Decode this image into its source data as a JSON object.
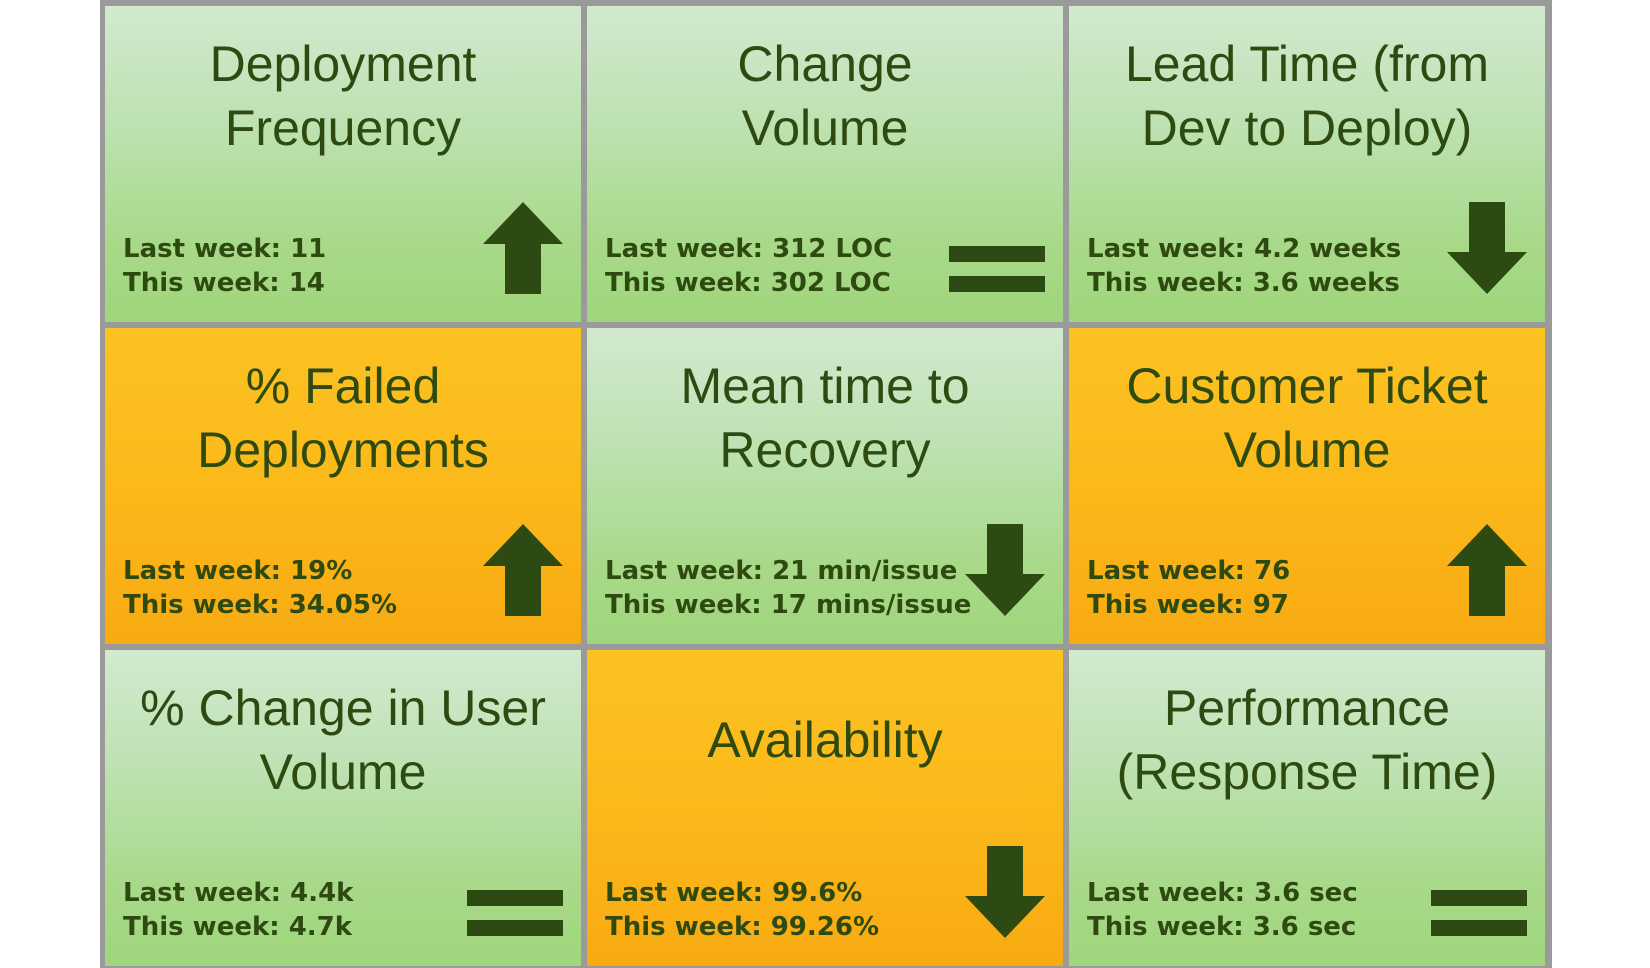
{
  "tiles": [
    {
      "title_line1": "Deployment",
      "title_line2": "Frequency",
      "last_week": "Last week: 11",
      "this_week": "This week: 14",
      "trend": "up-arrow-icon",
      "status_color": "green"
    },
    {
      "title_line1": "Change",
      "title_line2": "Volume",
      "last_week": "Last week: 312 LOC",
      "this_week": "This week: 302 LOC",
      "trend": "equals-icon",
      "status_color": "green"
    },
    {
      "title_line1": "Lead Time (from",
      "title_line2": "Dev to Deploy)",
      "last_week": "Last week: 4.2 weeks",
      "this_week": "This week: 3.6 weeks",
      "trend": "down-arrow-icon",
      "status_color": "green"
    },
    {
      "title_line1": "% Failed",
      "title_line2": "Deployments",
      "last_week": "Last week: 19%",
      "this_week": "This week: 34.05%",
      "trend": "up-arrow-icon",
      "status_color": "orange"
    },
    {
      "title_line1": "Mean time to",
      "title_line2": "Recovery",
      "last_week": "Last week: 21 min/issue",
      "this_week": "This week: 17 mins/issue",
      "trend": "down-arrow-icon",
      "status_color": "green"
    },
    {
      "title_line1": "Customer Ticket",
      "title_line2": "Volume",
      "last_week": "Last week: 76",
      "this_week": "This week: 97",
      "trend": "up-arrow-icon",
      "status_color": "orange"
    },
    {
      "title_line1": "% Change in User",
      "title_line2": "Volume",
      "last_week": "Last week: 4.4k",
      "this_week": "This week: 4.7k",
      "trend": "equals-icon",
      "status_color": "green"
    },
    {
      "title_line1": "Availability",
      "title_line2": "",
      "last_week": "Last week: 99.6%",
      "this_week": "This week: 99.26%",
      "trend": "down-arrow-icon",
      "status_color": "orange"
    },
    {
      "title_line1": "Performance",
      "title_line2": "(Response Time)",
      "last_week": "Last week: 3.6 sec",
      "this_week": "This week: 3.6 sec",
      "trend": "equals-icon",
      "status_color": "green"
    }
  ],
  "colors": {
    "text": "#2e4a10",
    "icon": "#2d4a12",
    "green_top": "#d2e9cf",
    "green_bottom": "#9fd67c",
    "orange_top": "#fbc222",
    "orange_bottom": "#f8aa12",
    "grid_border": "#9a9a9a"
  }
}
